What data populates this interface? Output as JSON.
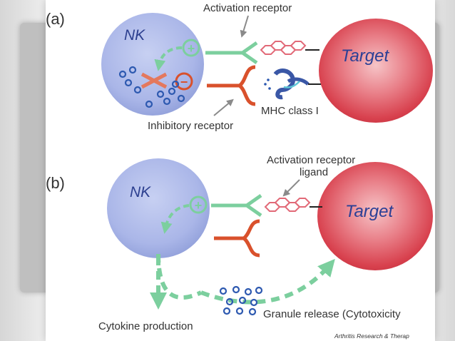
{
  "panel_a": {
    "letter": "(a)",
    "nk_label": "NK",
    "target_label": "Target",
    "activation_receptor": "Activation receptor",
    "inhibitory_receptor": "Inhibitory receptor",
    "mhc_label": "MHC class I",
    "plus_sign": "+",
    "minus_sign": "−"
  },
  "panel_b": {
    "letter": "(b)",
    "nk_label": "NK",
    "target_label": "Target",
    "ligand_line1": "Activation receptor",
    "ligand_line2": "ligand",
    "plus_sign": "+",
    "cytokine_label": "Cytokine production",
    "granule_label": "Granule release (Cytotoxicity"
  },
  "credit": "Arthritis Research & Therap",
  "colors": {
    "nk_cell": "#a9b6e6",
    "target_cell": "#d9434f",
    "activation": "#7ccf9e",
    "inhibitory": "#d9512c",
    "granule": "#2d59b0",
    "ligand": "#e26a78",
    "mhc": "#3a57a6"
  }
}
